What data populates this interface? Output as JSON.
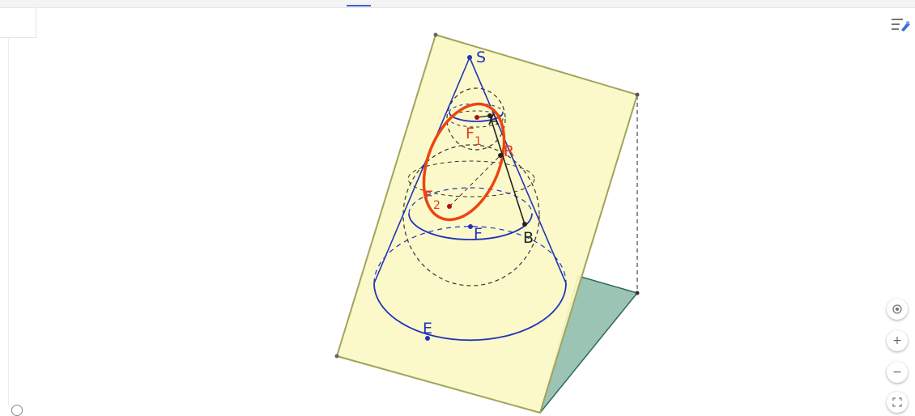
{
  "labels": {
    "S": "S",
    "A": "A",
    "R": "R",
    "B": "B",
    "F": "F",
    "E": "E",
    "F1_main": "F",
    "F1_sub": "1",
    "F2_main": "F",
    "F2_sub": "2"
  },
  "colors": {
    "plane_fill": "#fbf9c5",
    "plane_edge": "#a3a35a",
    "cone": "#2233bb",
    "ellipse": "#ee4410",
    "sphere": "#333333",
    "ground": "#9cc4b4",
    "ground_edge": "#2d6a5a",
    "text_blue": "#2233bb",
    "text_red": "#e23a20",
    "text_dark": "#222222"
  },
  "icons": {
    "menu": "menu-pen-icon",
    "recenter": "target-icon",
    "zoom_in": "plus-icon",
    "zoom_out": "minus-icon",
    "fullscreen": "fullscreen-icon"
  },
  "controls": {
    "zoom_in_glyph": "+",
    "zoom_out_glyph": "−"
  }
}
